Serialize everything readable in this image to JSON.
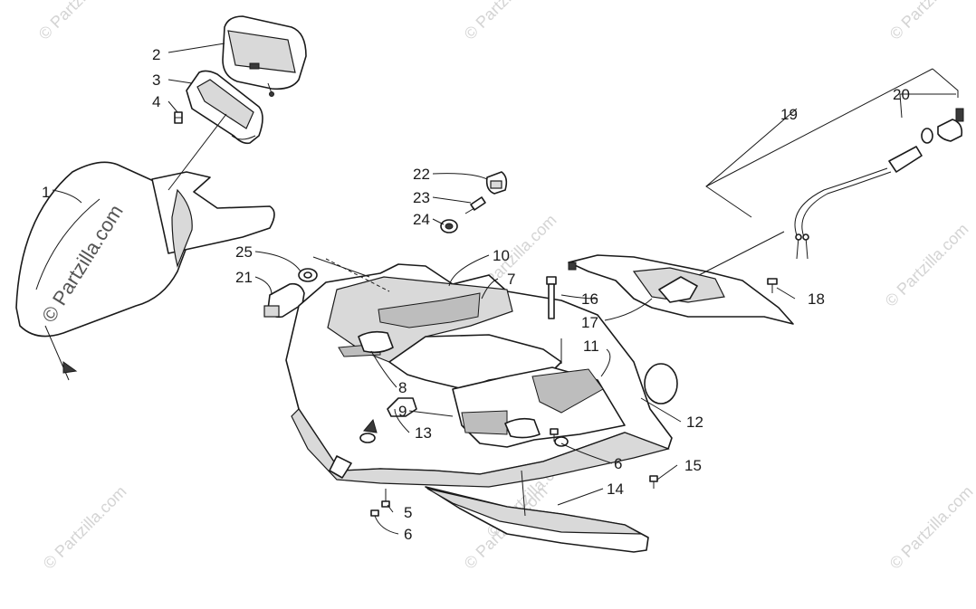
{
  "watermark": {
    "small": "© Partzilla.com",
    "large": "© Partzilla.com"
  },
  "callouts": [
    {
      "id": "c1",
      "label": "1"
    },
    {
      "id": "c2",
      "label": "2"
    },
    {
      "id": "c3",
      "label": "3"
    },
    {
      "id": "c4",
      "label": "4"
    },
    {
      "id": "c5",
      "label": "5"
    },
    {
      "id": "c6a",
      "label": "6"
    },
    {
      "id": "c6b",
      "label": "6"
    },
    {
      "id": "c7",
      "label": "7"
    },
    {
      "id": "c8",
      "label": "8"
    },
    {
      "id": "c9",
      "label": "9"
    },
    {
      "id": "c10",
      "label": "10"
    },
    {
      "id": "c11",
      "label": "11"
    },
    {
      "id": "c12",
      "label": "12"
    },
    {
      "id": "c13",
      "label": "13"
    },
    {
      "id": "c14",
      "label": "14"
    },
    {
      "id": "c15",
      "label": "15"
    },
    {
      "id": "c16",
      "label": "16"
    },
    {
      "id": "c17",
      "label": "17"
    },
    {
      "id": "c18",
      "label": "18"
    },
    {
      "id": "c19",
      "label": "19"
    },
    {
      "id": "c20",
      "label": "20"
    },
    {
      "id": "c21",
      "label": "21"
    },
    {
      "id": "c22",
      "label": "22"
    },
    {
      "id": "c23",
      "label": "23"
    },
    {
      "id": "c24",
      "label": "24"
    },
    {
      "id": "c25",
      "label": "25"
    }
  ]
}
